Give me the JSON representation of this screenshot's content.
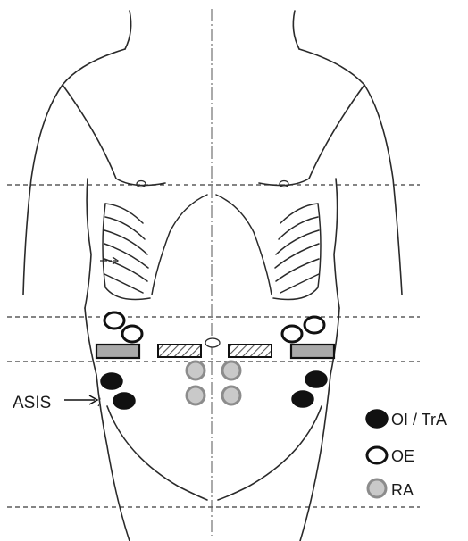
{
  "annotations": {
    "asis": "ASIS"
  },
  "legend": [
    {
      "marker": "filled-black-circle",
      "label": "OI / TrA",
      "fill": "#111111",
      "stroke": "#111111"
    },
    {
      "marker": "open-circle",
      "label": "OE",
      "fill": "#ffffff",
      "stroke": "#111111"
    },
    {
      "marker": "grey-circle",
      "label": "RA",
      "fill": "#c9c9c9",
      "stroke": "#8c8c8c"
    }
  ],
  "colors": {
    "line": "#3a3a3a",
    "grey_block": "#a9a9a9",
    "hatch": "#555555"
  }
}
